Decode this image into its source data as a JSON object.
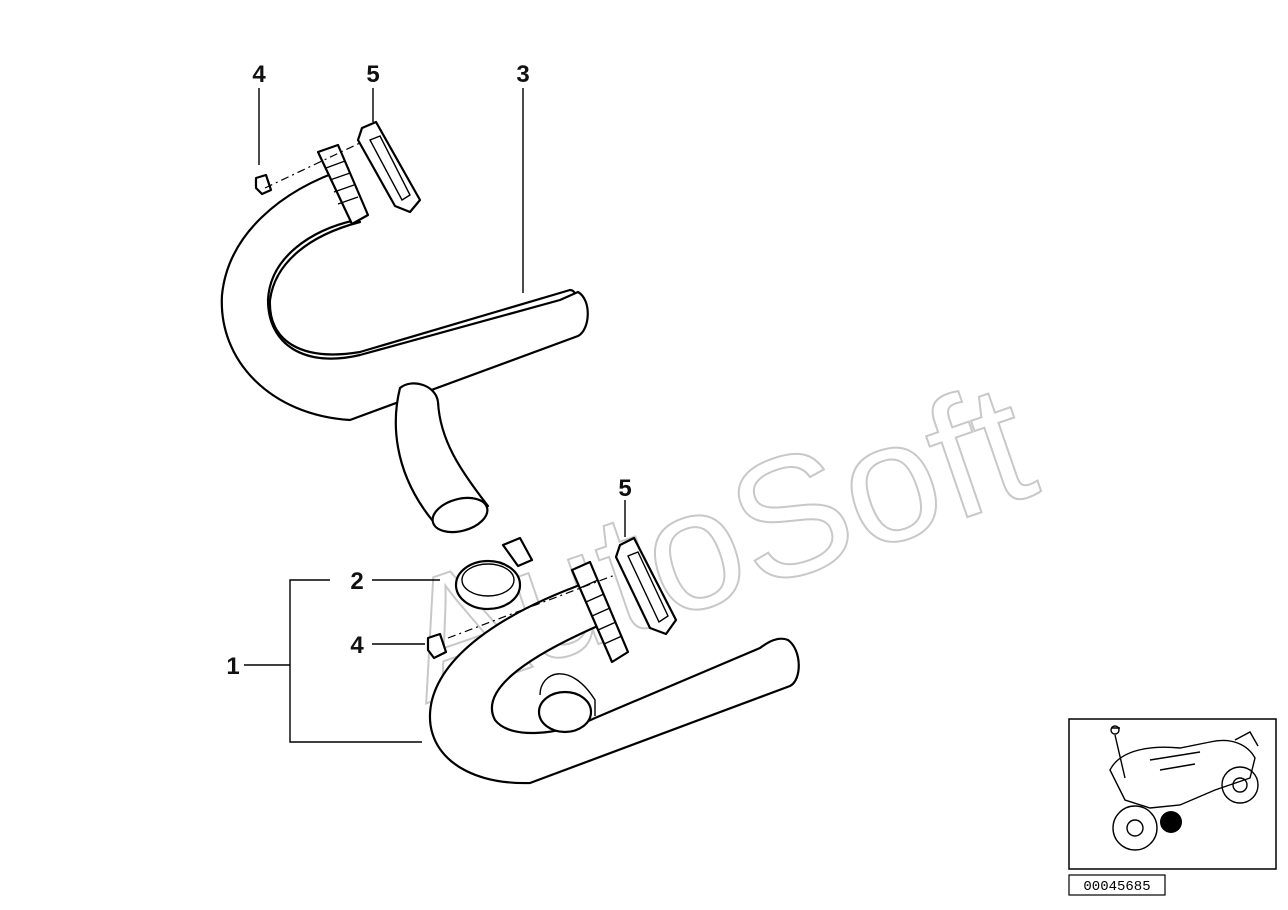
{
  "watermark": "AutoSoft",
  "callouts": {
    "c1": "1",
    "c2": "2",
    "c3": "3",
    "c4_top": "4",
    "c4_bottom": "4",
    "c5_top": "5",
    "c5_bottom": "5"
  },
  "inset": {
    "icon": "motorcycle-icon",
    "marker_color": "#000000"
  },
  "part_number": "00045685"
}
